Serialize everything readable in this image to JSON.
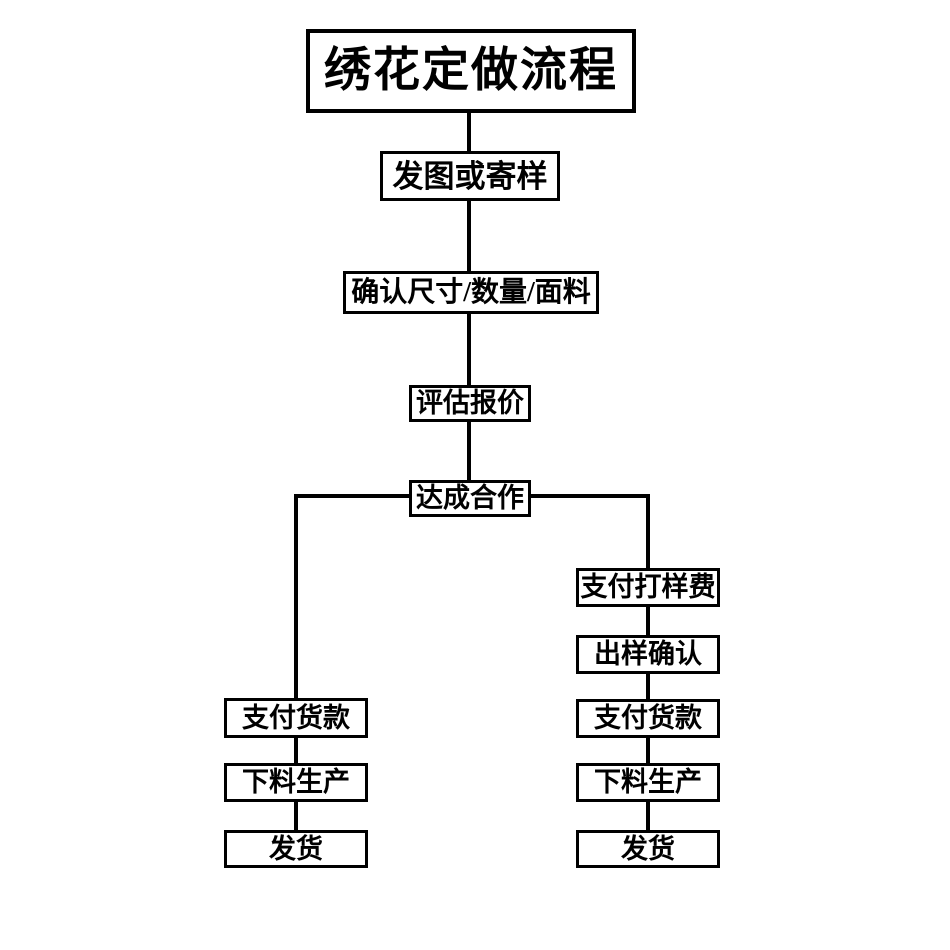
{
  "diagram": {
    "title": "绣花定做流程",
    "nodes": {
      "send_sample": "发图或寄样",
      "confirm_specs": "确认尺寸/数量/面料",
      "quote": "评估报价",
      "deal": "达成合作",
      "left_branch": {
        "pay": "支付货款",
        "produce": "下料生产",
        "ship": "发货"
      },
      "right_branch": {
        "sample_fee": "支付打样费",
        "sample_confirm": "出样确认",
        "pay": "支付货款",
        "produce": "下料生产",
        "ship": "发货"
      }
    },
    "colors": {
      "background": "#ffffff",
      "box_fill": "#ffffff",
      "line": "#000000",
      "text": "#000000"
    }
  }
}
